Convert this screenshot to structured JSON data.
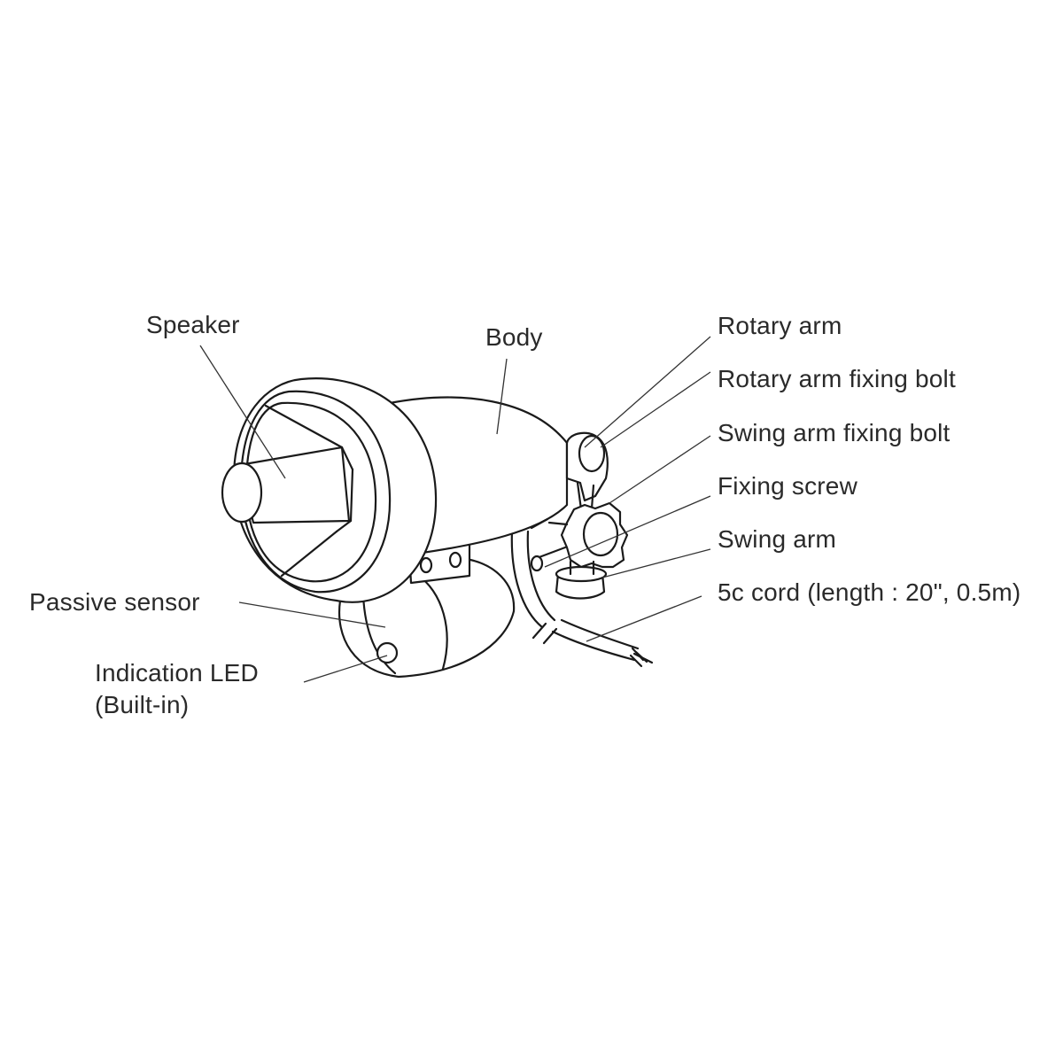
{
  "labels": {
    "speaker": "Speaker",
    "body": "Body",
    "rotary_arm": "Rotary arm",
    "rotary_arm_fixing_bolt": "Rotary arm fixing bolt",
    "swing_arm_fixing_bolt": "Swing arm fixing bolt",
    "fixing_screw": "Fixing screw",
    "swing_arm": "Swing arm",
    "cord": "5c cord (length : 20\", 0.5m)",
    "passive_sensor": "Passive sensor",
    "indication_led_line1": "Indication LED",
    "indication_led_line2": "(Built-in)"
  },
  "colors": {
    "line": "#1a1a1a",
    "text": "#2a2a2a",
    "background": "#ffffff"
  }
}
